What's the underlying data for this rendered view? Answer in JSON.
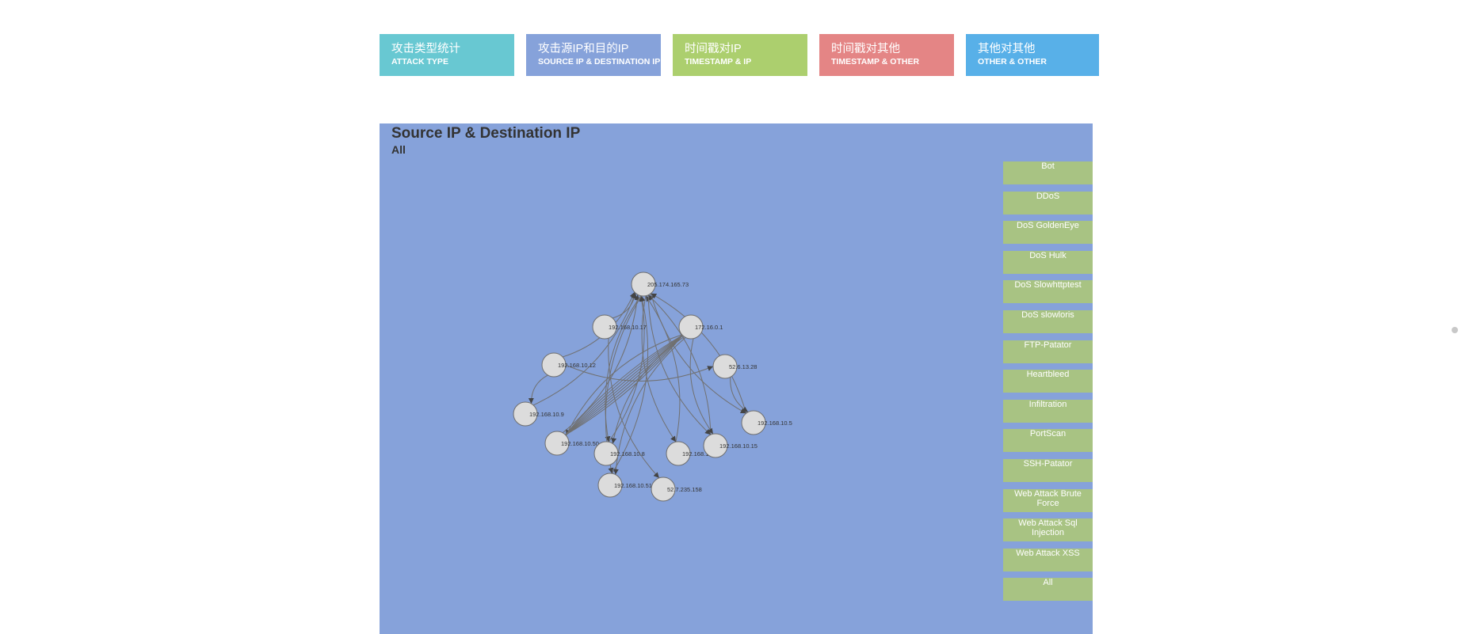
{
  "colors": {
    "panel_bg": "#86a2da",
    "filter_btn": "#a8c383",
    "node_fill": "#dcdcdc",
    "node_stroke": "#6e6e6e",
    "edge": "#707070"
  },
  "nav": [
    {
      "zh": "攻击类型统计",
      "en": "ATTACK TYPE",
      "color": "#68c8d2"
    },
    {
      "zh": "攻击源IP和目的IP",
      "en": "SOURCE IP & DESTINATION IP",
      "color": "#86a2da"
    },
    {
      "zh": "时间戳对IP",
      "en": "TIMESTAMP & IP",
      "color": "#accf6e"
    },
    {
      "zh": "时间戳对其他",
      "en": "TIMESTAMP & OTHER",
      "color": "#e48585"
    },
    {
      "zh": "其他对其他",
      "en": "OTHER & OTHER",
      "color": "#58b0e8"
    }
  ],
  "panel": {
    "title": "Source IP & Destination IP",
    "subtitle": "All"
  },
  "filters": [
    "Bot",
    "DDoS",
    "DoS GoldenEye",
    "DoS Hulk",
    "DoS Slowhttptest",
    "DoS slowloris",
    "FTP-Patator",
    "Heartbleed",
    "Infiltration",
    "PortScan",
    "SSH-Patator",
    "Web Attack Brute Force",
    "Web Attack Sql Injection",
    "Web Attack XSS",
    "All"
  ],
  "graph": {
    "nodes": [
      "205.174.165.73",
      "192.168.10.17",
      "172.16.0.1",
      "192.168.10.12",
      "52.6.13.28",
      "192.168.10.9",
      "192.168.10.5",
      "192.168.10.50",
      "192.168.10.8",
      "192.168.10.14",
      "192.168.10.15",
      "192.168.10.51",
      "52.7.235.158"
    ],
    "edges": [
      [
        "192.168.10.12",
        "205.174.165.73"
      ],
      [
        "192.168.10.12",
        "52.6.13.28"
      ],
      [
        "192.168.10.12",
        "192.168.10.9"
      ],
      [
        "192.168.10.17",
        "205.174.165.73"
      ],
      [
        "192.168.10.17",
        "52.7.235.158"
      ],
      [
        "192.168.10.50",
        "205.174.165.73"
      ],
      [
        "192.168.10.8",
        "205.174.165.73"
      ],
      [
        "192.168.10.14",
        "205.174.165.73"
      ],
      [
        "192.168.10.15",
        "205.174.165.73"
      ],
      [
        "192.168.10.5",
        "205.174.165.73"
      ],
      [
        "192.168.10.51",
        "205.174.165.73"
      ],
      [
        "205.174.165.73",
        "192.168.10.8"
      ],
      [
        "205.174.165.73",
        "192.168.10.14"
      ],
      [
        "205.174.165.73",
        "192.168.10.15"
      ],
      [
        "205.174.165.73",
        "192.168.10.5"
      ],
      [
        "205.174.165.73",
        "192.168.10.51"
      ],
      [
        "172.16.0.1",
        "192.168.10.50"
      ],
      [
        "172.16.0.1",
        "192.168.10.8"
      ],
      [
        "172.16.0.1",
        "192.168.10.51"
      ],
      [
        "172.16.0.1",
        "192.168.10.15"
      ],
      [
        "52.6.13.28",
        "192.168.10.5"
      ],
      [
        "192.168.10.9",
        "205.174.165.73"
      ]
    ]
  }
}
